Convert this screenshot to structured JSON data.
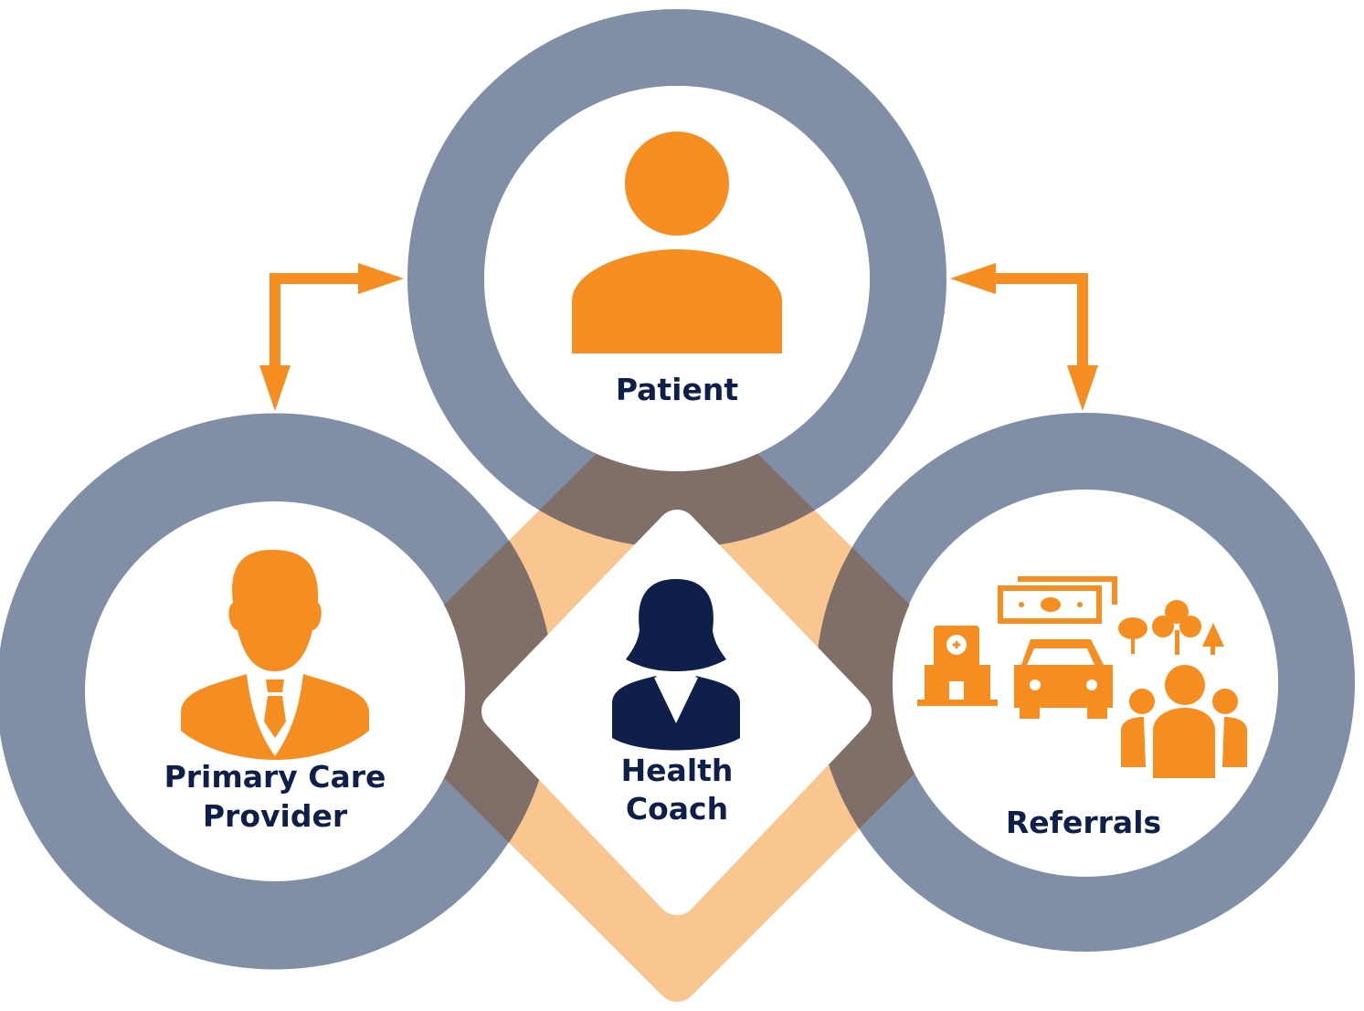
{
  "nodes": {
    "patient": {
      "label": "Patient"
    },
    "primary_care": {
      "label_line1": "Primary Care",
      "label_line2": "Provider"
    },
    "health_coach": {
      "label_line1": "Health",
      "label_line2": "Coach"
    },
    "referrals": {
      "label": "Referrals"
    }
  },
  "colors": {
    "ring": "#808FA5",
    "diamond": "#F9C690",
    "overlap": "#7F6F68",
    "accent": "#F58D21",
    "text": "#0E1F4A"
  },
  "icons": [
    "person-icon",
    "doctor-icon",
    "health-coach-icon",
    "hospital-icon",
    "money-icon",
    "car-icon",
    "trees-icon",
    "group-icon"
  ]
}
